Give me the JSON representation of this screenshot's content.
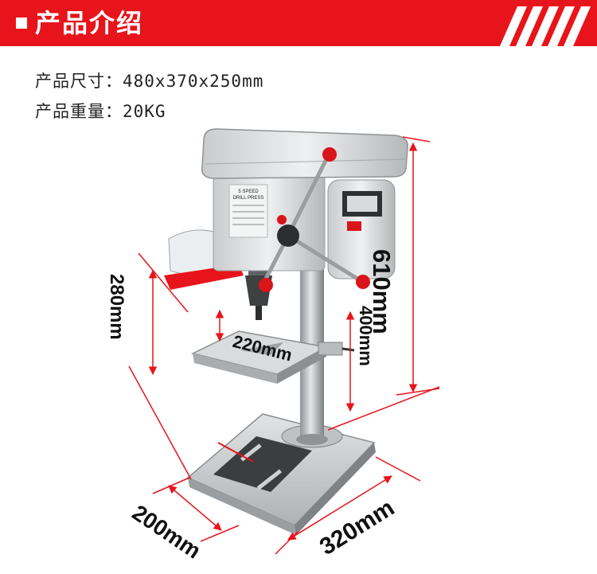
{
  "header": {
    "title": "产品介绍",
    "accent_color": "#e8141b"
  },
  "specs": [
    {
      "label": "产品尺寸：",
      "value": "480x370x250mm"
    },
    {
      "label": "产品重量：",
      "value": "20KG"
    }
  ],
  "machine_label": {
    "line1": "5 SPEED",
    "line2": "DRILL PRESS"
  },
  "dimensions": {
    "height_total": "610mm",
    "spindle_travel": "400mm",
    "table_depth": "280mm",
    "table_width": "220mm",
    "base_depth": "200mm",
    "base_width": "320mm"
  }
}
